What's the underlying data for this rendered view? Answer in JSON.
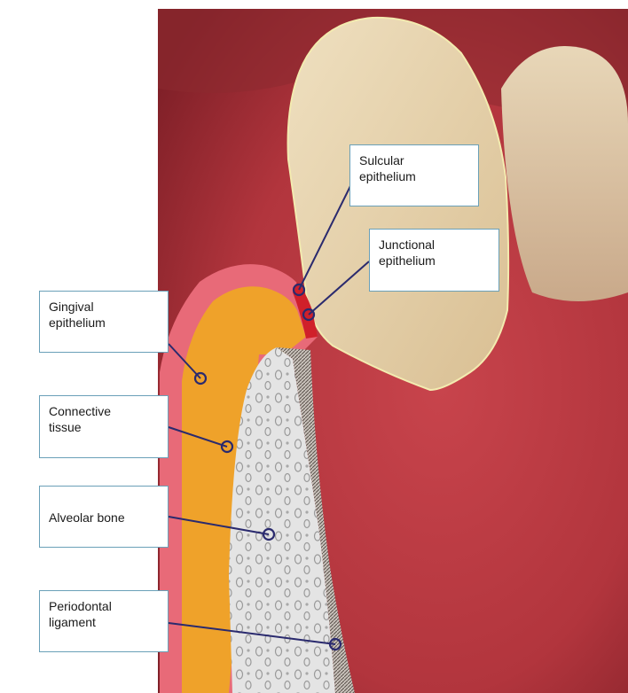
{
  "labels": {
    "sulcular_epithelium": "Sulcular\nepithelium",
    "junctional_epithelium": "Junctional\nepithelium",
    "gingival_epithelium": "Gingival\nepithelium",
    "connective_tissue": "Connective\ntissue",
    "alveolar_bone": "Alveolar bone",
    "periodontal_ligament": "Periodontal\nligament"
  },
  "colors": {
    "gum": "#b2353d",
    "gum_dark": "#7e1f27",
    "tooth": "#e6d2ad",
    "tooth_outline": "#f1e6a6",
    "gingival_epithelium": "#e86a78",
    "connective_tissue": "#efa22a",
    "alveolar_bone": "#dedede",
    "periodontal_ligament": "#8a7f78",
    "leader_line": "#2a2a6e",
    "box_border": "#6aa0b8"
  }
}
